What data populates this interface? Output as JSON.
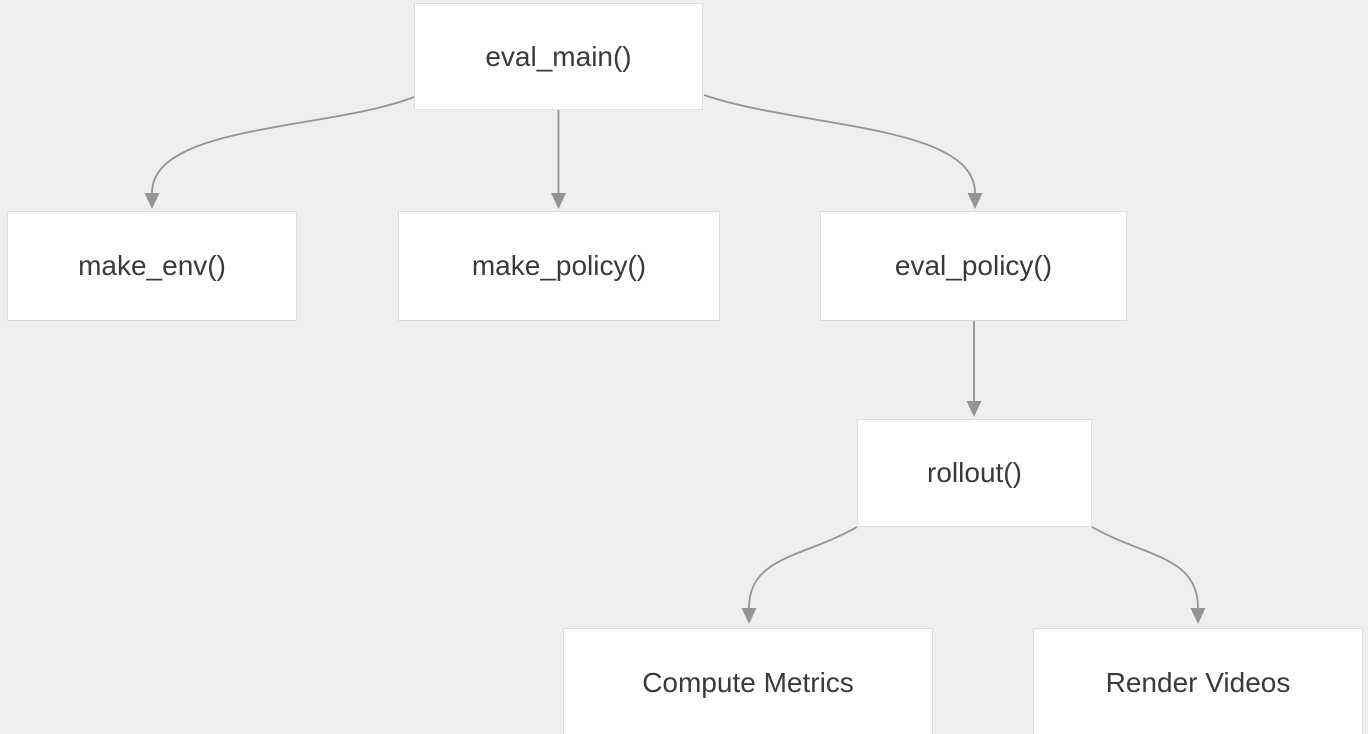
{
  "diagram": {
    "type": "flowchart",
    "colors": {
      "background": "#f0efed",
      "node_fill": "#ffffff",
      "node_border": "#dedddb",
      "edge_color": "#949494",
      "text_color": "#3a3a3a"
    },
    "nodes": {
      "eval_main": {
        "label": "eval_main()"
      },
      "make_env": {
        "label": "make_env()"
      },
      "make_policy": {
        "label": "make_policy()"
      },
      "eval_policy": {
        "label": "eval_policy()"
      },
      "rollout": {
        "label": "rollout()"
      },
      "compute_metrics": {
        "label": "Compute Metrics"
      },
      "render_videos": {
        "label": "Render Videos"
      }
    },
    "edges": [
      {
        "from": "eval_main",
        "to": "make_env",
        "arrow": "filled-triangle"
      },
      {
        "from": "eval_main",
        "to": "make_policy",
        "arrow": "filled-triangle"
      },
      {
        "from": "eval_main",
        "to": "eval_policy",
        "arrow": "filled-triangle"
      },
      {
        "from": "eval_policy",
        "to": "rollout",
        "arrow": "filled-triangle"
      },
      {
        "from": "rollout",
        "to": "compute_metrics",
        "arrow": "filled-triangle"
      },
      {
        "from": "rollout",
        "to": "render_videos",
        "arrow": "filled-triangle"
      }
    ]
  }
}
